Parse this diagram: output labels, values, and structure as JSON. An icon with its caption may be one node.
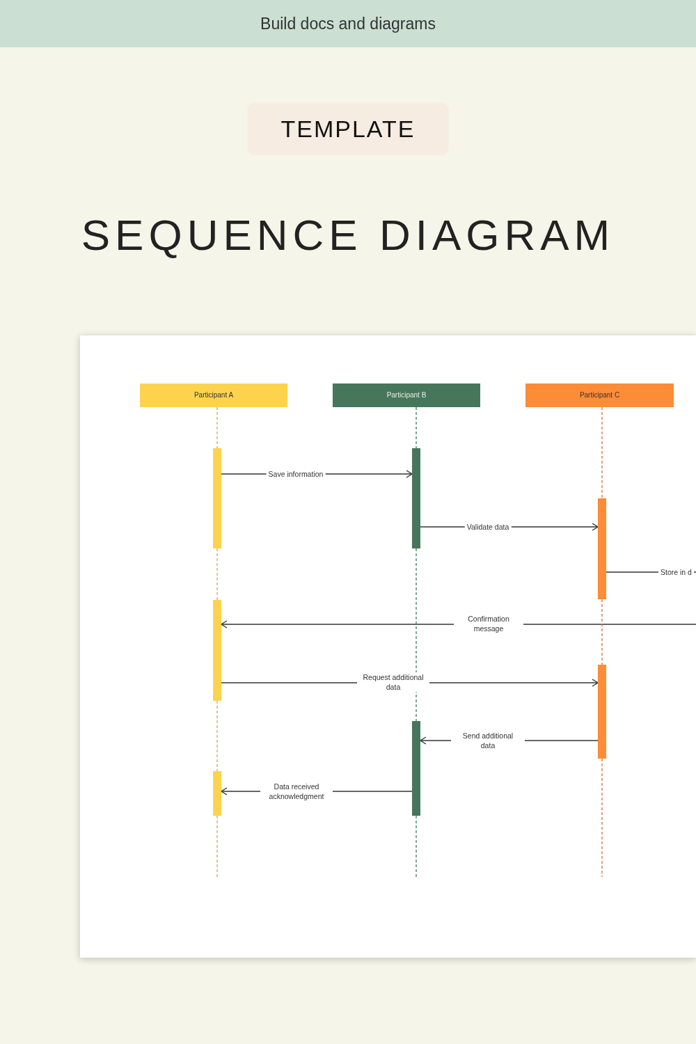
{
  "diagram": {
    "title": "SEQUENCE DIAGRAM",
    "nodes": [
      {
        "text": [
          "Participant A"
        ]
      },
      {
        "text": [
          "Participant B"
        ]
      },
      {
        "text": [
          "Participant C"
        ]
      },
      {
        "text": [],
        "shape": "bar"
      },
      {
        "text": [],
        "shape": "bar"
      },
      {
        "text": [],
        "shape": "bar"
      },
      {
        "text": [],
        "shape": "bar"
      },
      {
        "text": [],
        "shape": "bar"
      },
      {
        "text": [],
        "shape": "bar"
      },
      {
        "text": [],
        "shape": "bar"
      }
    ],
    "edges": [
      {
        "from": 3,
        "to": 4,
        "arrow": "to",
        "label": "Save information"
      },
      {
        "from": 4,
        "to": 5,
        "arrow": "to",
        "label": "Validate data"
      },
      {
        "from": 5,
        "to": null,
        "arrow": "none",
        "label": "Store in d"
      },
      {
        "from": null,
        "to": 6,
        "arrow": "to",
        "label": "Confirmation message"
      },
      {
        "from": 6,
        "to": 7,
        "arrow": "to",
        "label": "Request additional data"
      },
      {
        "from": 7,
        "to": 8,
        "arrow": "to",
        "label": "Send additional data"
      },
      {
        "from": 8,
        "to": 9,
        "arrow": "to",
        "label": "Data received acknowledgment"
      },
      {
        "from": 0,
        "to": 3,
        "arrow": "none",
        "style": "dashed",
        "color": "#d9a35b"
      },
      {
        "from": 3,
        "to": 6,
        "arrow": "none",
        "style": "dashed",
        "color": "#d9a35b"
      },
      {
        "from": 6,
        "to": 9,
        "arrow": "none",
        "style": "dashed",
        "color": "#d9a35b"
      },
      {
        "from": 9,
        "to": null,
        "arrow": "none",
        "style": "dashed",
        "color": "#d9a35b"
      },
      {
        "from": 1,
        "to": 4,
        "arrow": "none",
        "style": "dashed",
        "color": "#3f7a5a"
      },
      {
        "from": 4,
        "to": 8,
        "arrow": "none",
        "style": "dashed",
        "color": "#3f7a5a"
      },
      {
        "from": 8,
        "to": null,
        "arrow": "none",
        "style": "dashed",
        "color": "#3f7a5a"
      },
      {
        "from": 2,
        "to": 5,
        "arrow": "none",
        "style": "dashed",
        "color": "#d2703f"
      },
      {
        "from": 5,
        "to": 7,
        "arrow": "none",
        "style": "dashed",
        "color": "#d2703f"
      },
      {
        "from": 7,
        "to": null,
        "arrow": "none",
        "style": "dashed",
        "color": "#d2703f"
      }
    ],
    "labels": [
      "Build docs and diagrams",
      "TEMPLATE"
    ]
  }
}
